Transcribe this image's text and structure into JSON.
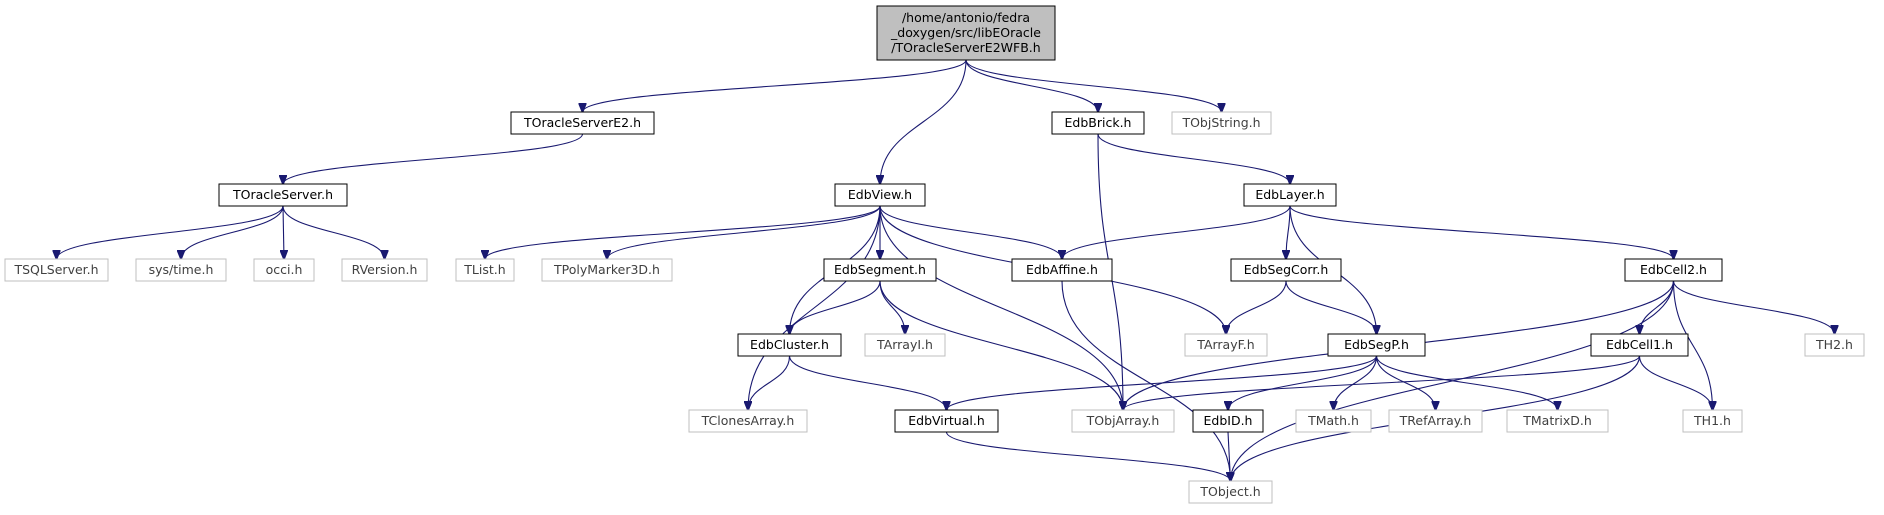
{
  "nodes": {
    "root": {
      "lines": [
        "/home/antonio/fedra",
        "_doxygen/src/libEOracle",
        "/TOracleServerE2WFB.h"
      ],
      "kind": "root"
    },
    "toracleservere2": {
      "lines": [
        "TOracleServerE2.h"
      ],
      "kind": "documented"
    },
    "toracleserver": {
      "lines": [
        "TOracleServer.h"
      ],
      "kind": "documented"
    },
    "tsqlserver": {
      "lines": [
        "TSQLServer.h"
      ],
      "kind": "external"
    },
    "systime": {
      "lines": [
        "sys/time.h"
      ],
      "kind": "external"
    },
    "occi": {
      "lines": [
        "occi.h"
      ],
      "kind": "external"
    },
    "rversion": {
      "lines": [
        "RVersion.h"
      ],
      "kind": "external"
    },
    "edbview": {
      "lines": [
        "EdbView.h"
      ],
      "kind": "documented"
    },
    "tlist": {
      "lines": [
        "TList.h"
      ],
      "kind": "external"
    },
    "tpolymarker3d": {
      "lines": [
        "TPolyMarker3D.h"
      ],
      "kind": "external"
    },
    "edbsegment": {
      "lines": [
        "EdbSegment.h"
      ],
      "kind": "documented"
    },
    "edbaffine": {
      "lines": [
        "EdbAffine.h"
      ],
      "kind": "documented"
    },
    "edbcluster": {
      "lines": [
        "EdbCluster.h"
      ],
      "kind": "documented"
    },
    "tarrayi": {
      "lines": [
        "TArrayI.h"
      ],
      "kind": "external"
    },
    "tclonesarray": {
      "lines": [
        "TClonesArray.h"
      ],
      "kind": "external"
    },
    "edbvirtual": {
      "lines": [
        "EdbVirtual.h"
      ],
      "kind": "documented"
    },
    "tobjarray": {
      "lines": [
        "TObjArray.h"
      ],
      "kind": "external"
    },
    "tobject": {
      "lines": [
        "TObject.h"
      ],
      "kind": "external"
    },
    "edbbrick": {
      "lines": [
        "EdbBrick.h"
      ],
      "kind": "documented"
    },
    "tobjstring": {
      "lines": [
        "TObjString.h"
      ],
      "kind": "external"
    },
    "edblayer": {
      "lines": [
        "EdbLayer.h"
      ],
      "kind": "documented"
    },
    "edbsegcorr": {
      "lines": [
        "EdbSegCorr.h"
      ],
      "kind": "documented"
    },
    "tarrayf": {
      "lines": [
        "TArrayF.h"
      ],
      "kind": "external"
    },
    "edbsegp": {
      "lines": [
        "EdbSegP.h"
      ],
      "kind": "documented"
    },
    "edbid": {
      "lines": [
        "EdbID.h"
      ],
      "kind": "documented"
    },
    "tmath": {
      "lines": [
        "TMath.h"
      ],
      "kind": "external"
    },
    "trefarray": {
      "lines": [
        "TRefArray.h"
      ],
      "kind": "external"
    },
    "tmatrixd": {
      "lines": [
        "TMatrixD.h"
      ],
      "kind": "external"
    },
    "edbcell2": {
      "lines": [
        "EdbCell2.h"
      ],
      "kind": "documented"
    },
    "edbcell1": {
      "lines": [
        "EdbCell1.h"
      ],
      "kind": "documented"
    },
    "th1": {
      "lines": [
        "TH1.h"
      ],
      "kind": "external"
    },
    "th2": {
      "lines": [
        "TH2.h"
      ],
      "kind": "external"
    }
  },
  "edges": [
    [
      "root",
      "toracleservere2"
    ],
    [
      "root",
      "edbview"
    ],
    [
      "root",
      "edbbrick"
    ],
    [
      "root",
      "tobjstring"
    ],
    [
      "toracleservere2",
      "toracleserver"
    ],
    [
      "toracleserver",
      "tsqlserver"
    ],
    [
      "toracleserver",
      "systime"
    ],
    [
      "toracleserver",
      "occi"
    ],
    [
      "toracleserver",
      "rversion"
    ],
    [
      "edbview",
      "tlist"
    ],
    [
      "edbview",
      "tpolymarker3d"
    ],
    [
      "edbview",
      "edbsegment"
    ],
    [
      "edbview",
      "edbaffine"
    ],
    [
      "edbview",
      "tarrayf"
    ],
    [
      "edbview",
      "edbcluster"
    ],
    [
      "edbview",
      "tclonesarray"
    ],
    [
      "edbview",
      "tobjarray"
    ],
    [
      "edbsegment",
      "edbcluster"
    ],
    [
      "edbsegment",
      "tarrayi"
    ],
    [
      "edbsegment",
      "tobjarray"
    ],
    [
      "edbcluster",
      "tclonesarray"
    ],
    [
      "edbcluster",
      "edbvirtual"
    ],
    [
      "edbvirtual",
      "tobject"
    ],
    [
      "edbaffine",
      "tobject"
    ],
    [
      "edbbrick",
      "edblayer"
    ],
    [
      "edbbrick",
      "tobjarray"
    ],
    [
      "edblayer",
      "edbaffine"
    ],
    [
      "edblayer",
      "edbsegcorr"
    ],
    [
      "edblayer",
      "edbsegp"
    ],
    [
      "edblayer",
      "edbcell2"
    ],
    [
      "edbsegcorr",
      "tarrayf"
    ],
    [
      "edbsegcorr",
      "edbsegp"
    ],
    [
      "edbsegp",
      "edbvirtual"
    ],
    [
      "edbsegp",
      "edbid"
    ],
    [
      "edbsegp",
      "tmath"
    ],
    [
      "edbsegp",
      "trefarray"
    ],
    [
      "edbsegp",
      "tmatrixd"
    ],
    [
      "edbid",
      "tobject"
    ],
    [
      "edbcell2",
      "tobjarray"
    ],
    [
      "edbcell2",
      "edbcell1"
    ],
    [
      "edbcell2",
      "th1"
    ],
    [
      "edbcell2",
      "th2"
    ],
    [
      "edbcell2",
      "tobject"
    ],
    [
      "edbcell1",
      "tobjarray"
    ],
    [
      "edbcell1",
      "th1"
    ],
    [
      "edbcell1",
      "tobject"
    ]
  ],
  "colors": {
    "edge": "#191970",
    "root_fill": "#bfbfbf",
    "root_border": "#000000",
    "documented_border": "#000000",
    "external_border": "#bfbfbf",
    "external_text": "#404040",
    "text": "#000000"
  }
}
